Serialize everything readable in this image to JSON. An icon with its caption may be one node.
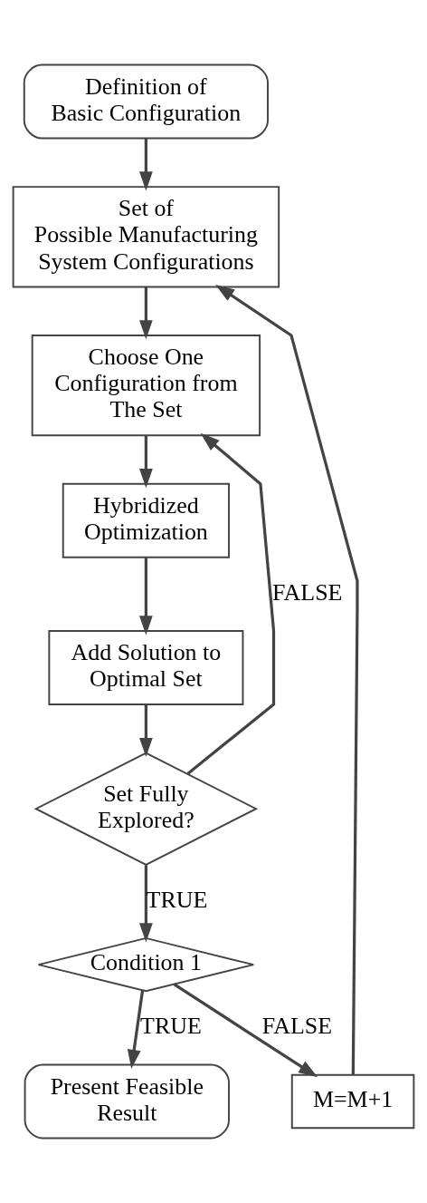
{
  "diagram": {
    "nodes": [
      {
        "text": [
          "Definition of Basic Configuration"
        ]
      },
      {
        "text": [
          "Set of Possible Manufacturing System Configurations"
        ]
      },
      {
        "text": [
          "Choose One Configuration from The Set"
        ]
      },
      {
        "text": [
          "Hybridized Optimization"
        ]
      },
      {
        "text": [
          "Add Solution to Optimal Set"
        ]
      },
      {
        "text": [
          "Set Fully Explored?"
        ]
      },
      {
        "text": [
          "Condition 1"
        ]
      },
      {
        "text": [
          "Present Feasible Result"
        ]
      },
      {
        "text": [
          "M=M+1"
        ]
      }
    ],
    "edges": [
      {
        "from": 0,
        "to": 1,
        "arrow": "to"
      },
      {
        "from": 1,
        "to": 2,
        "arrow": "to"
      },
      {
        "from": 2,
        "to": 3,
        "arrow": "to"
      },
      {
        "from": 3,
        "to": 4,
        "arrow": "to"
      },
      {
        "from": 4,
        "to": 5,
        "arrow": "to"
      },
      {
        "from": 5,
        "to": 2,
        "arrow": "to",
        "label": "FALSE"
      },
      {
        "from": 5,
        "to": 6,
        "arrow": "to",
        "label": "TRUE"
      },
      {
        "from": 6,
        "to": 8,
        "arrow": "to",
        "label": "FALSE"
      },
      {
        "from": 6,
        "to": 7,
        "arrow": "to",
        "label": "TRUE"
      },
      {
        "from": 8,
        "to": 1,
        "arrow": "to"
      }
    ]
  }
}
